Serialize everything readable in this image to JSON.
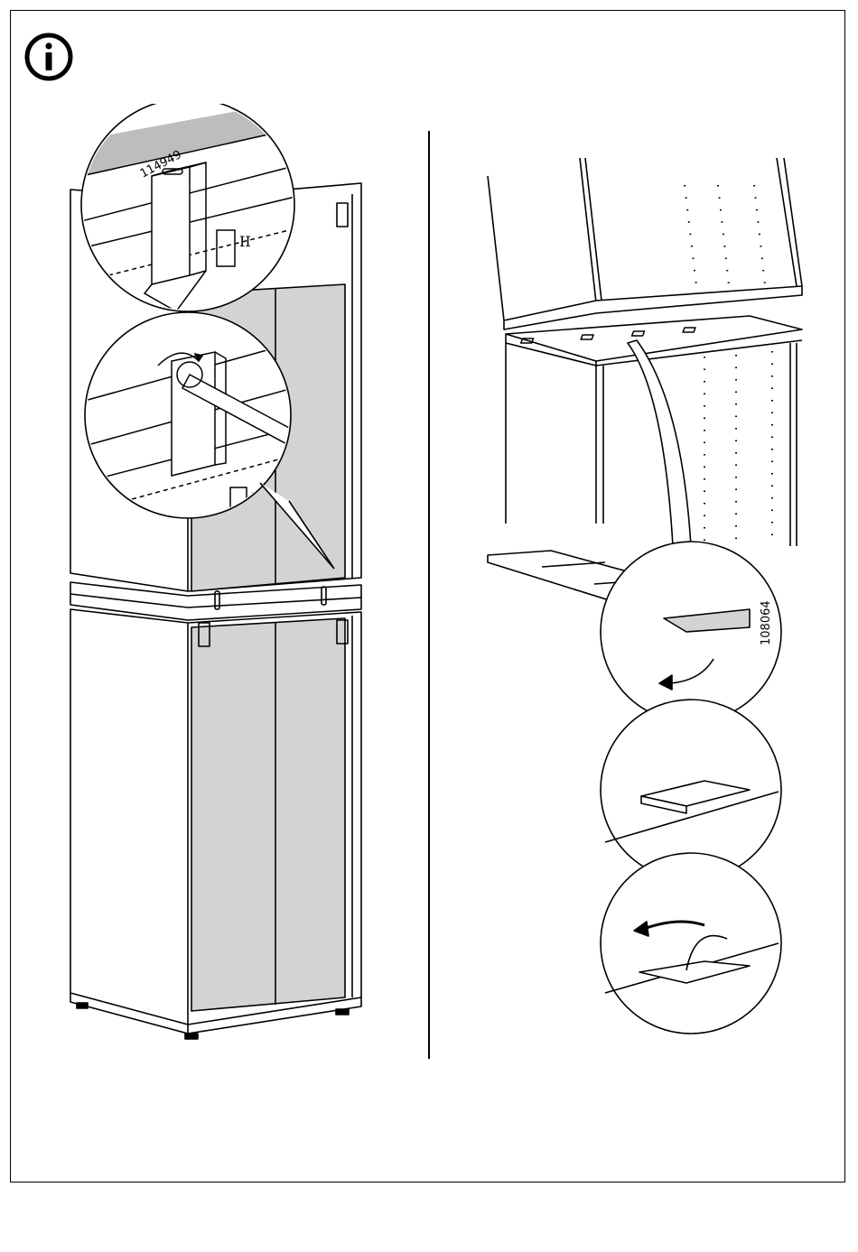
{
  "page": {
    "info_icon": "info-circle-icon"
  },
  "left_panel": {
    "part_number": "114949",
    "cabinet_mark": "II"
  },
  "right_panel": {
    "part_number": "108064"
  },
  "colors": {
    "line": "#000000",
    "panel_fill": "#d3d3d3",
    "background": "#ffffff"
  }
}
